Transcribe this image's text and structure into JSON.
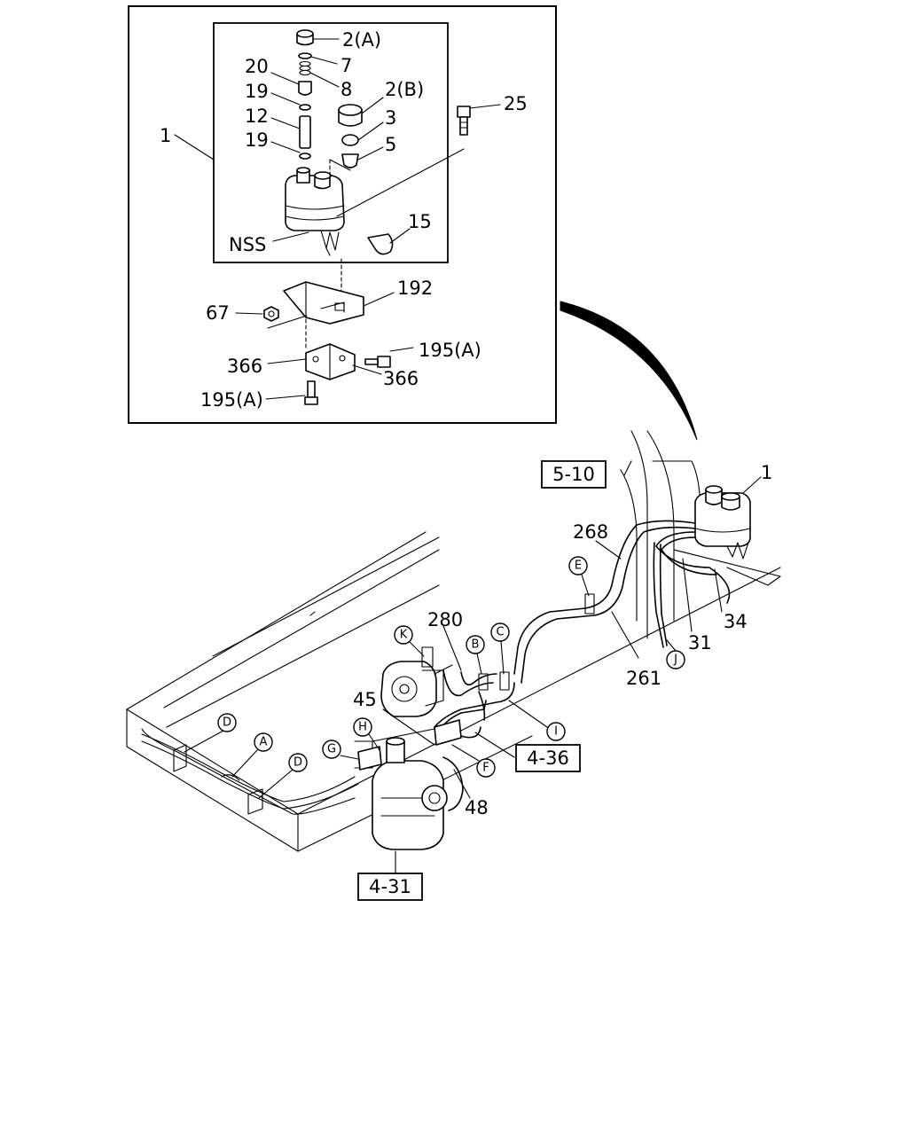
{
  "part_labels": [
    {
      "id": "p1",
      "text": "1"
    },
    {
      "id": "p2a",
      "text": "2(A)"
    },
    {
      "id": "p7",
      "text": "7"
    },
    {
      "id": "p20",
      "text": "20"
    },
    {
      "id": "p8",
      "text": "8"
    },
    {
      "id": "p19a",
      "text": "19"
    },
    {
      "id": "p2b",
      "text": "2(B)"
    },
    {
      "id": "p12",
      "text": "12"
    },
    {
      "id": "p3",
      "text": "3"
    },
    {
      "id": "p19b",
      "text": "19"
    },
    {
      "id": "p5",
      "text": "5"
    },
    {
      "id": "p25",
      "text": "25"
    },
    {
      "id": "p15",
      "text": "15"
    },
    {
      "id": "pNSS",
      "text": "NSS"
    },
    {
      "id": "p192",
      "text": "192"
    },
    {
      "id": "p67",
      "text": "67"
    },
    {
      "id": "p195a",
      "text": "195(A)"
    },
    {
      "id": "p366a",
      "text": "366"
    },
    {
      "id": "p366b",
      "text": "366"
    },
    {
      "id": "p195b",
      "text": "195(A)"
    },
    {
      "id": "p1b",
      "text": "1"
    },
    {
      "id": "p268",
      "text": "268"
    },
    {
      "id": "p280",
      "text": "280"
    },
    {
      "id": "p34",
      "text": "34"
    },
    {
      "id": "p31",
      "text": "31"
    },
    {
      "id": "p261",
      "text": "261"
    },
    {
      "id": "p45",
      "text": "45"
    },
    {
      "id": "p48",
      "text": "48"
    }
  ],
  "ref_boxes": [
    {
      "id": "r510",
      "text": "5-10"
    },
    {
      "id": "r436",
      "text": "4-36"
    },
    {
      "id": "r431",
      "text": "4-31"
    }
  ],
  "callouts": [
    {
      "id": "cE",
      "text": "E"
    },
    {
      "id": "cK",
      "text": "K"
    },
    {
      "id": "cB",
      "text": "B"
    },
    {
      "id": "cC",
      "text": "C"
    },
    {
      "id": "cJ",
      "text": "J"
    },
    {
      "id": "cI",
      "text": "I"
    },
    {
      "id": "cD1",
      "text": "D"
    },
    {
      "id": "cA",
      "text": "A"
    },
    {
      "id": "cD2",
      "text": "D"
    },
    {
      "id": "cH",
      "text": "H"
    },
    {
      "id": "cG",
      "text": "G"
    },
    {
      "id": "cF",
      "text": "F"
    }
  ]
}
